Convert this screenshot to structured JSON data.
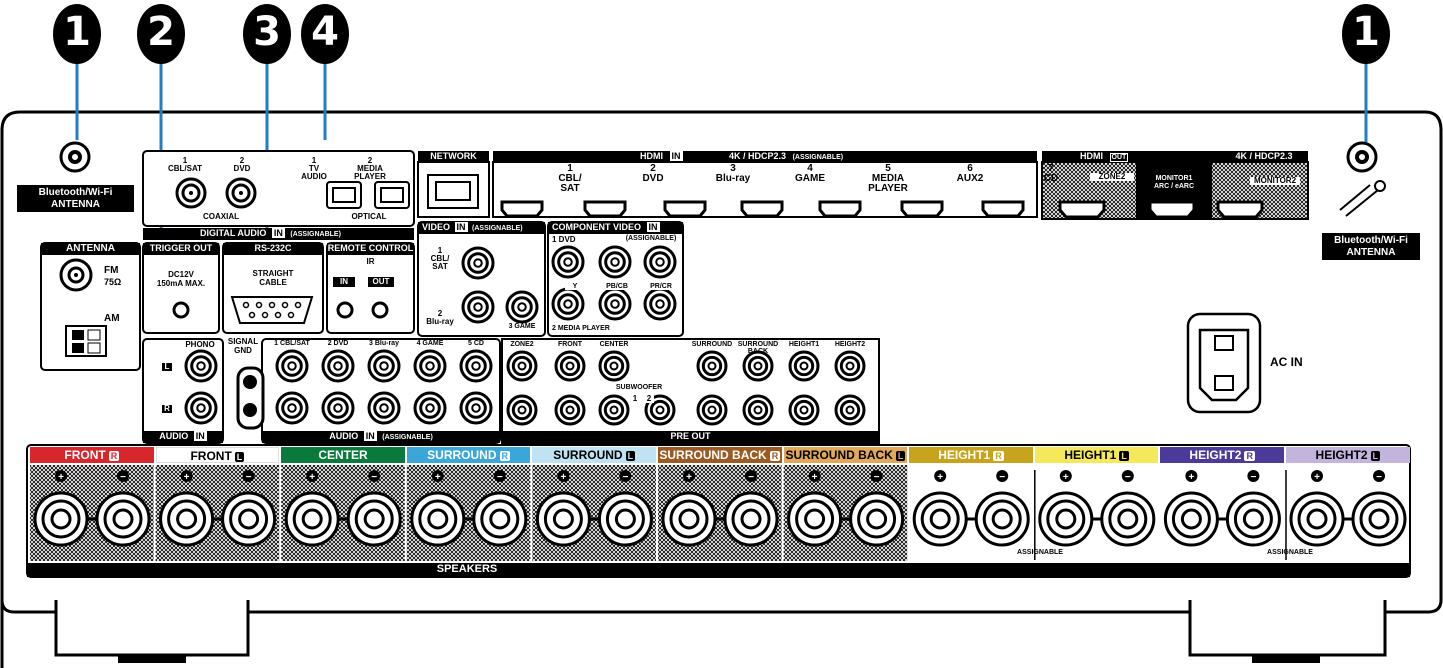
{
  "callouts": [
    "1",
    "2",
    "3",
    "4",
    "1"
  ],
  "labels": {
    "bt_antenna_left": [
      "Bluetooth/Wi-Fi",
      "ANTENNA"
    ],
    "bt_antenna_right": [
      "Bluetooth/Wi-Fi",
      "ANTENNA"
    ],
    "antenna": "ANTENNA",
    "fm": "FM",
    "fm_ohm": "75Ω",
    "am": "AM",
    "digital_audio": "DIGITAL AUDIO",
    "digital_audio_in": "IN",
    "digital_audio_assignable": "(ASSIGNABLE)",
    "coaxial": "COAXIAL",
    "optical": "OPTICAL",
    "coax_1": [
      "1",
      "CBL/SAT"
    ],
    "coax_2": [
      "2",
      "DVD"
    ],
    "opt_1": [
      "1",
      "TV",
      "AUDIO"
    ],
    "opt_2": [
      "2",
      "MEDIA",
      "PLAYER"
    ],
    "network": "NETWORK",
    "hdmi_in_title": "HDMI",
    "hdmi_in_tag": "IN",
    "hdmi_in_spec": "4K / HDCP2.3",
    "hdmi_in_assignable": "(ASSIGNABLE)",
    "hdmi_inputs": [
      {
        "num": "1",
        "name": "CBL/\nSAT"
      },
      {
        "num": "2",
        "name": "DVD"
      },
      {
        "num": "3",
        "name": "Blu-ray"
      },
      {
        "num": "4",
        "name": "GAME"
      },
      {
        "num": "5",
        "name": "MEDIA\nPLAYER"
      },
      {
        "num": "6",
        "name": "AUX2"
      },
      {
        "num": "7",
        "name": "CD"
      }
    ],
    "hdmi_out_title": "HDMI",
    "hdmi_out_tag": "OUT",
    "hdmi_out_spec": "4K / HDCP2.3",
    "zone2": "ZONE2",
    "monitor1": [
      "MONITOR1",
      "ARC / eARC"
    ],
    "monitor2": "MONITOR2",
    "trigger_out": "TRIGGER OUT",
    "trigger_spec": [
      "DC12V",
      "150mA MAX."
    ],
    "rs232c": "RS-232C",
    "straight_cable": [
      "STRAIGHT",
      "CABLE"
    ],
    "remote_control": "REMOTE CONTROL",
    "ir": "IR",
    "ir_in": "IN",
    "ir_out": "OUT",
    "video_in": "VIDEO",
    "video_in_tag": "IN",
    "video_assignable": "(ASSIGNABLE)",
    "video_1": [
      "1",
      "CBL/",
      "SAT"
    ],
    "video_2": [
      "2",
      "Blu-ray"
    ],
    "video_3": "3 GAME",
    "component_video": "COMPONENT VIDEO",
    "component_tag": "IN",
    "component_assignable": "(ASSIGNABLE)",
    "component_1": "1 DVD",
    "component_2": "2 MEDIA PLAYER",
    "component_y": "Y",
    "component_pb": "PB/CB",
    "component_pr": "PR/CR",
    "phono": "PHONO",
    "phono_l": "L",
    "phono_r": "R",
    "signal_gnd": [
      "SIGNAL",
      "GND"
    ],
    "audio_in": "AUDIO",
    "audio_in_tag": "IN",
    "audio_inputs": [
      "1 CBL/SAT",
      "2 DVD",
      "3 Blu-ray",
      "4 GAME",
      "5 CD"
    ],
    "audio_assignable": "(ASSIGNABLE)",
    "pre_out": "PRE OUT",
    "pre_out_channels": [
      "ZONE2",
      "FRONT",
      "CENTER",
      "SURROUND",
      "SURROUND BACK",
      "HEIGHT1",
      "HEIGHT2"
    ],
    "subwoofer": "SUBWOOFER",
    "subwoofer_nums": [
      "1",
      "2"
    ],
    "ac_in": "AC IN",
    "speakers": "SPEAKERS",
    "assignable": "ASSIGNABLE"
  },
  "speaker_channels": [
    {
      "name": "FRONT",
      "side": "R",
      "color": "#d7262c",
      "text": "#ffffff"
    },
    {
      "name": "FRONT",
      "side": "L",
      "color": "#ffffff",
      "text": "#000000"
    },
    {
      "name": "CENTER",
      "side": "",
      "color": "#0a7a3c",
      "text": "#ffffff"
    },
    {
      "name": "SURROUND",
      "side": "R",
      "color": "#3aa7d8",
      "text": "#ffffff"
    },
    {
      "name": "SURROUND",
      "side": "L",
      "color": "#bfe3f2",
      "text": "#000000"
    },
    {
      "name": "SURROUND BACK",
      "side": "R",
      "color": "#9a5a21",
      "text": "#ffffff"
    },
    {
      "name": "SURROUND BACK",
      "side": "L",
      "color": "#e1a85a",
      "text": "#000000"
    },
    {
      "name": "HEIGHT1",
      "side": "R",
      "color": "#c8a41e",
      "text": "#ffffff"
    },
    {
      "name": "HEIGHT1",
      "side": "L",
      "color": "#f5e85a",
      "text": "#000000"
    },
    {
      "name": "HEIGHT2",
      "side": "R",
      "color": "#4b3a97",
      "text": "#ffffff"
    },
    {
      "name": "HEIGHT2",
      "side": "L",
      "color": "#c2b4dc",
      "text": "#000000"
    }
  ]
}
